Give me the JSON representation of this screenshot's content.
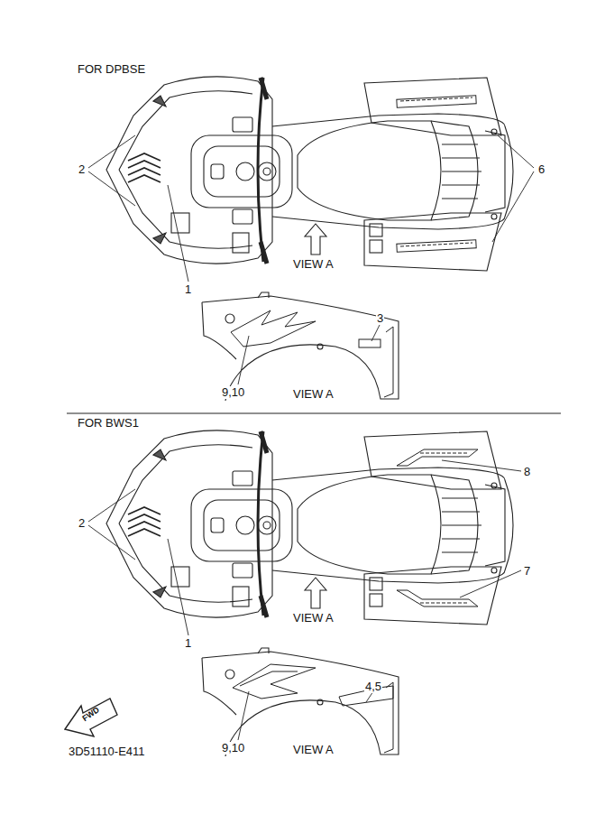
{
  "diagram": {
    "labels": [
      "FOR DPBSE",
      "2",
      "6",
      "VIEW A",
      "1",
      "3",
      "9,10",
      "VIEW A",
      "FOR BWS1",
      "2",
      "8",
      "7",
      "VIEW A",
      "1",
      "4,5",
      "9,10",
      "VIEW A",
      "FWD",
      "3D51110-E411"
    ]
  }
}
